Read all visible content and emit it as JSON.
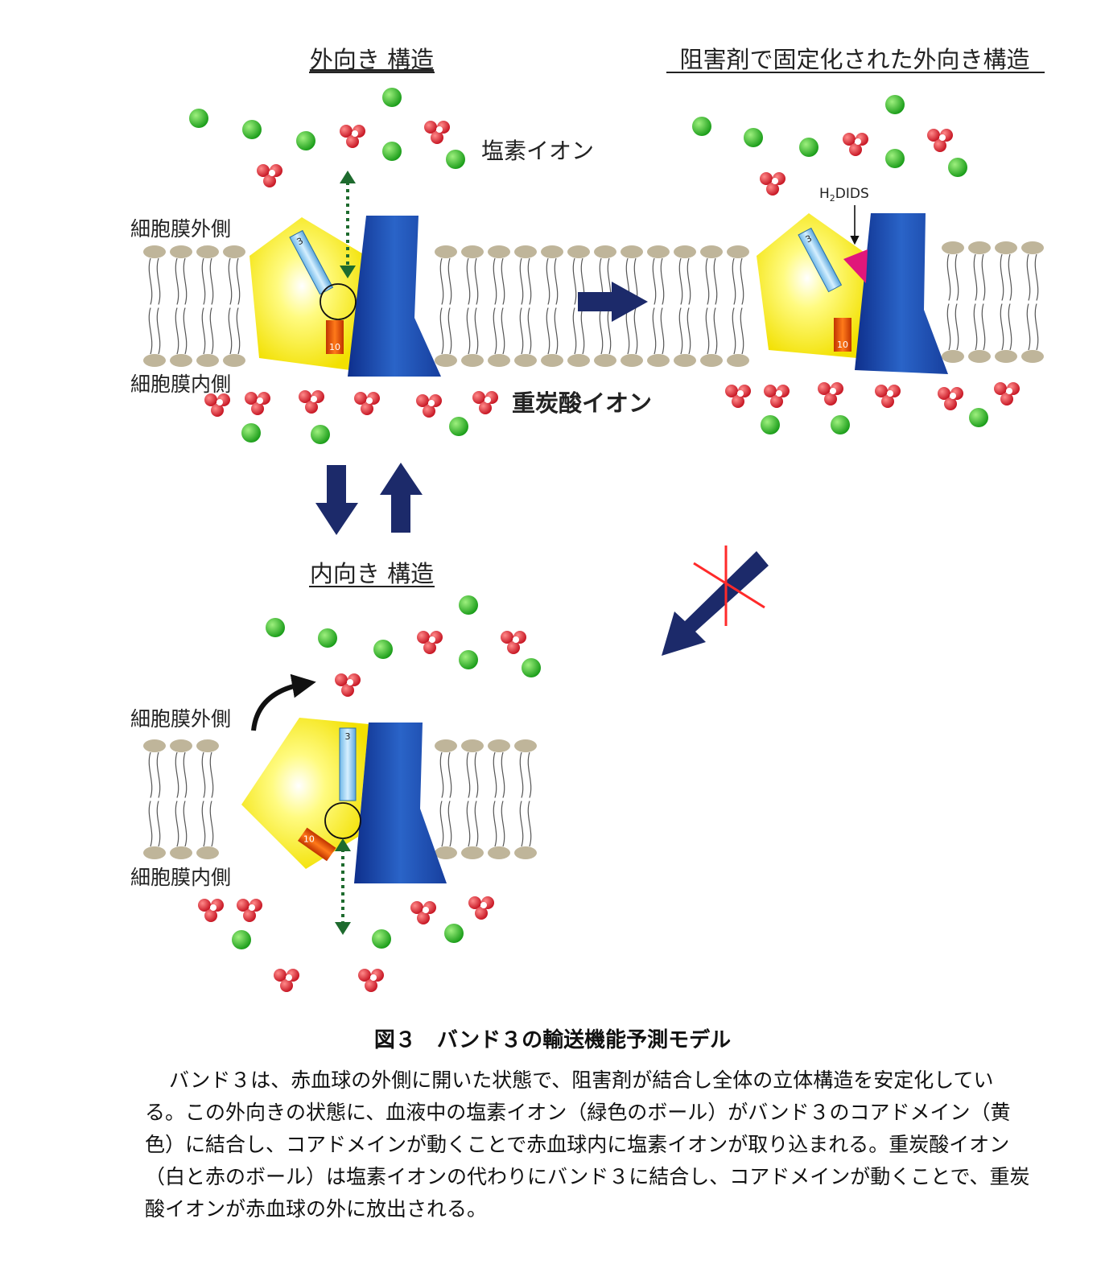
{
  "panels": {
    "outward": {
      "title": "外向き 構造",
      "chloride_label": "塩素イオン",
      "bicarbonate_label": "重炭酸イオン",
      "outer_label": "細胞膜外側",
      "inner_label": "細胞膜内側"
    },
    "locked": {
      "title": "阻害剤で固定化された外向き構造",
      "inhibitor_label": "H2DIDS"
    },
    "inward": {
      "title": "内向き 構造",
      "outer_label": "細胞膜外側",
      "inner_label": "細胞膜内側"
    }
  },
  "domain_labels": {
    "helix3": "3",
    "helix10": "10"
  },
  "colors": {
    "core_domain": "#ffee00",
    "gate_domain": "#1a4fb0",
    "chloride": "#22aa22",
    "bicarbonate": "#dd2233",
    "arrow": "#1c2a6a",
    "lipid_head": "#bfb59a",
    "inhibitor": "#e0177a",
    "cross": "#ff2a2a"
  },
  "caption": {
    "title": "図３　バンド３の輸送機能予測モデル",
    "body": "バンド３は、赤血球の外側に開いた状態で、阻害剤が結合し全体の立体構造を安定化している。この外向きの状態に、血液中の塩素イオン（緑色のボール）がバンド３のコアドメイン（黄色）に結合し、コアドメインが動くことで赤血球内に塩素イオンが取り込まれる。重炭酸イオン（白と赤のボール）は塩素イオンの代わりにバンド３に結合し、コアドメインが動くことで、重炭酸イオンが赤血球の外に放出される。"
  }
}
